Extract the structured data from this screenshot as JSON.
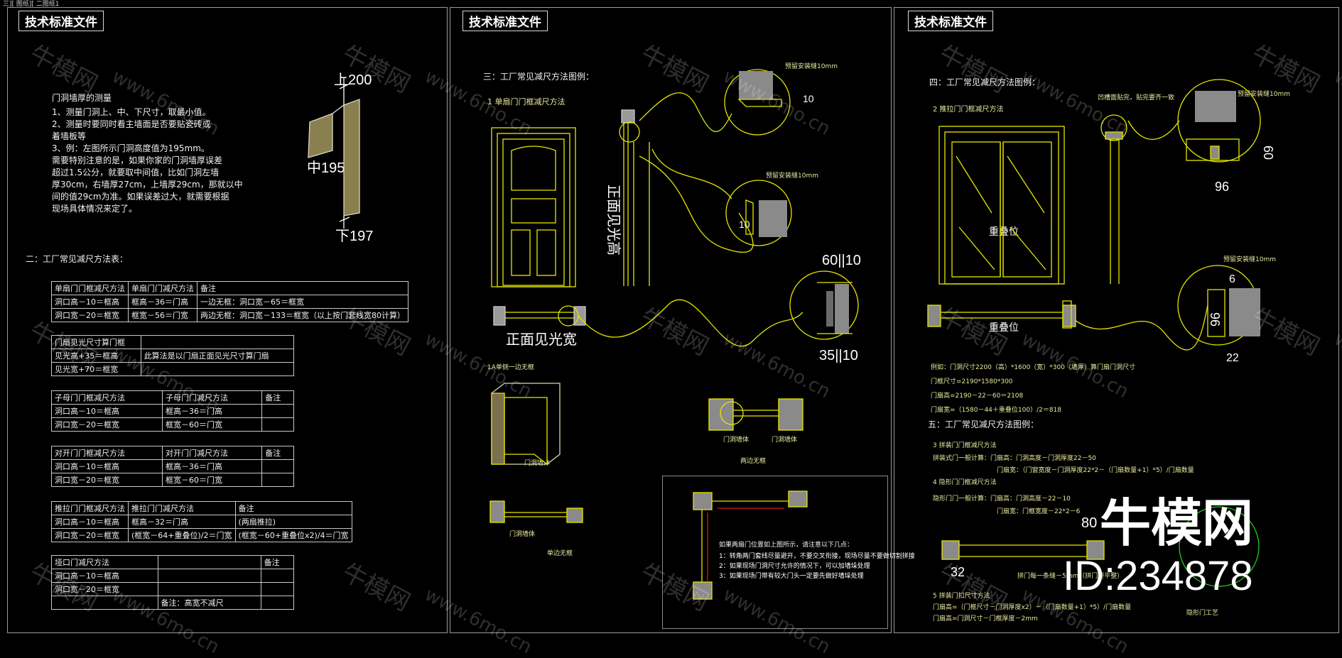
{
  "top_label": "三][ 图纸][ 二图纸1",
  "panels": {
    "p1": {
      "tag": "技术标准文件",
      "measure_title": "门洞墙厚的测量",
      "measure_lines": [
        "1、测量门洞上、中、下尺寸，取最小值。",
        "2、测量时要同时看主墙面是否要贴瓷砖或",
        "着墙板等",
        "3、例：左图所示门洞高度值为195mm。",
        "需要特别注意的是，如果你家的门洞墙厚误差",
        "超过1.5公分，就要取中间值，比如门洞左墙",
        "厚30cm，右墙厚27cm，上墙厚29cm，那就以中",
        "间的值29cm为准。如果误差过大，就需要根据",
        "现场具体情况来定了。"
      ],
      "dim_top": "上200",
      "dim_mid": "中195",
      "dim_bot": "下197",
      "section2_title": "二：工厂常见减尺方法表：",
      "tables": [
        {
          "rows": [
            [
              "单扇门门框减尺方法",
              "单扇门门减尺方法",
              "备注"
            ],
            [
              "洞口高－10＝框高",
              "框高－36＝门高",
              "一边无框：洞口宽－65＝框宽"
            ],
            [
              "洞口宽－20＝框宽",
              "框宽－56＝门宽",
              "两边无框：洞口宽－133＝框宽（以上按门套线宽80计算）"
            ]
          ]
        },
        {
          "rows": [
            [
              "门扇见光尺寸算门框",
              ""
            ],
            [
              "见光高+35＝框高",
              "此算法是以门扇正面见光尺寸算门扇"
            ],
            [
              "见光宽+70＝框宽",
              ""
            ]
          ]
        },
        {
          "rows": [
            [
              "子母门门框减尺方法",
              "子母门门减尺方法",
              "备注"
            ],
            [
              "洞口高－10＝框高",
              "框高－36＝门高",
              ""
            ],
            [
              "洞口宽－20＝框宽",
              "框宽－60＝门宽",
              ""
            ]
          ]
        },
        {
          "rows": [
            [
              "对开门门框减尺方法",
              "对开门门减尺方法",
              "备注"
            ],
            [
              "洞口高－10＝框高",
              "框高－36＝门高",
              ""
            ],
            [
              "洞口宽－20＝框宽",
              "框宽－60＝门宽",
              ""
            ]
          ]
        },
        {
          "rows": [
            [
              "推拉门门框减尺方法",
              "推拉门门减尺方法",
              "备注"
            ],
            [
              "洞口高－10＝框高",
              "框高－32＝门高",
              "(两扇推拉)"
            ],
            [
              "洞口宽－20＝框宽",
              "(框宽－64+重叠位)/2＝门宽",
              "(框宽－60+重叠位x2)/4＝门宽"
            ]
          ]
        },
        {
          "rows": [
            [
              "垭口门减尺方法",
              "",
              "备注"
            ],
            [
              "洞口高－10＝框高",
              "",
              ""
            ],
            [
              "洞口宽－20＝框宽",
              "",
              ""
            ],
            [
              "",
              "备注：高宽不减尺",
              ""
            ]
          ]
        }
      ]
    },
    "p2": {
      "tag": "技术标准文件",
      "title": "三：工厂常见减尺方法图例：",
      "sub1": "1 单扇门门框减尺方法",
      "label_front_height": "正面见光高",
      "label_front_width": "正面见光宽",
      "detail_note1": "预留安装缝10mm",
      "detail_note2": "预留安装缝10mm",
      "dim_10": "10",
      "dim_60_10": "60||10",
      "dim_35_10": "35||10",
      "sub_oneside": "1A单侧一边无框",
      "label_doorbody": "门洞墙体",
      "label_twosides": "两边无框",
      "label_oneside": "单边无框",
      "box_note_title": "如果两扇门位置如上图所示，请注意以下几点：",
      "box_notes": [
        "1：转角两门套线尽量避开，不要交叉衔接，现场尽量不要做切割拼接",
        "2：如果现场门洞尺寸允许的情况下，可以加墙垛处理",
        "3：如果现场门带有较大门头一定要先做好墙垛处理"
      ]
    },
    "p3": {
      "tag": "技术标准文件",
      "title4": "四：工厂常见减尺方法图例：",
      "sub2": "2 推拉门门框减尺方法",
      "note_line": "凹槽面贴完，贴完要齐一致",
      "note_gap": "预留安装缝10mm",
      "note_gap2": "预留安装缝10mm",
      "label_overlap": "重叠位",
      "dim_60": "60",
      "dim_96": "96",
      "dim_6": "6",
      "dim_96b": "96",
      "dim_22": "22",
      "calc_lines": [
        "例如：门洞尺寸2200（高）*1600（宽）*300（墙厚）算门扇门洞尺寸",
        "门框尺寸=2190*1580*300",
        "门扇高=2190－22－60＝2108",
        "门扇宽=（1580－44＋重叠位100）/2＝818"
      ],
      "title5": "五：工厂常见减尺方法图例：",
      "sub3": "3 拼装门门框减尺方法",
      "formula1a": "拼装式门一般计算：门扇高：门洞高度－门洞厚度22－50",
      "formula1b": "门扇宽：（门窗宽度－门洞厚度22*2－（门扇数量+1）*5）/门扇数量",
      "sub4": "4 隐形门门框减尺方法",
      "formula2a": "隐形门门一般计算：门扇高：门洞高度－22－10",
      "formula2b": "门扇宽：门框宽度－22*2－6",
      "dim_80": "80",
      "dim_32": "32",
      "note_gap3": "拼门每一条缝－5mm（拼门要平整）",
      "sub5": "5 拼装门扣尺寸方法",
      "formula3a": "门扇高=（门框尺寸－门洞厚度x2）－（门扇数量+1）*5）/门扇数量",
      "formula3b": "门扇高=门洞尺寸－门框厚度－2mm",
      "label_hidden": "隐形门工艺"
    }
  },
  "watermark_site": "www.6mo.cn",
  "watermark_brand": "牛模网",
  "logo_text": "牛模网",
  "logo_id": "ID:234878",
  "colors": {
    "line": "#e6e600",
    "frame": "#9a9a9a",
    "red": "#e01010",
    "green": "#22cc22"
  }
}
